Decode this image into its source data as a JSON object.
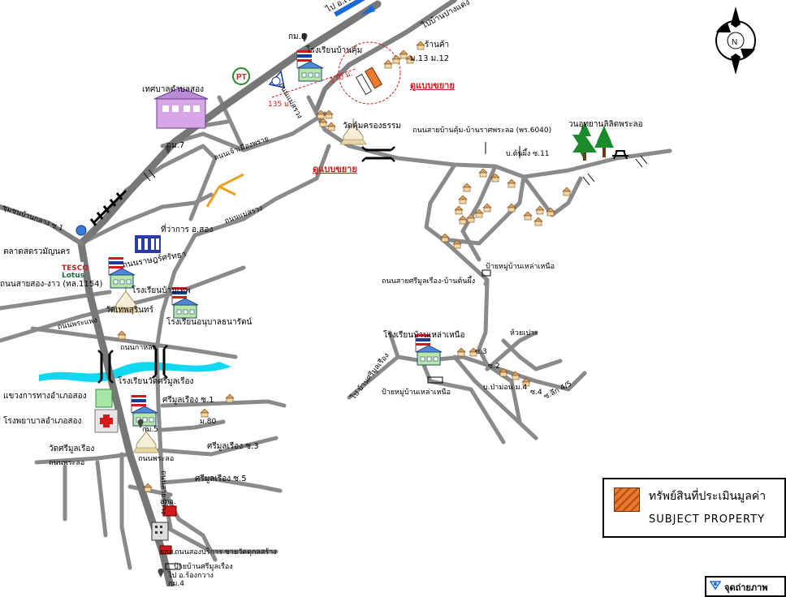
{
  "map": {
    "labels": {
      "to_chiang_muan": "ไป อ.เชียงม่วน",
      "to_ban_pang": "ไปบ้านปางแดง",
      "ban_khum_school": "โรงเรียนบ้านคุ้ม",
      "km8": "กม.8",
      "shop": "ร้านค้า",
      "moo": "ม.13 ม.12",
      "dist_170": "170 ม.",
      "dist_135": "135 ม.",
      "tessaban": "เทศบาลตำบลสอง",
      "road_mae_song": "ถนนแม่สรวง",
      "road_kanchanaphisek": "ถนนเจ้าเมืองพราย",
      "road_mae_song2": "ถนนแม่สรวง",
      "km7": "กม.7",
      "zoom_top": "ดูแบบขยาย",
      "zoom_mid": "ดูแบบขยาย",
      "wat_khum": "วัดคุ้มครองธรรม",
      "road_ban_khum": "ถนนสายบ้านคุ้ม-บ้านราศพระลอ (พร.6040)",
      "forest_park": "วนอุทยานลิลิตพระลอ",
      "soi11": "บ.ต้นผึ้ง ซ.11",
      "jirmai_soi1": "ชุมชนบ้านกลาง ซ.1",
      "market": "ตลาดสดรวมัญนคร",
      "lotus1": "TESCO",
      "lotus2": "Lotus",
      "road_song_ngao": "ถนนสายสอง-งาว (ทล.1154)",
      "district_office": "ที่ว่าการ อ.สอง",
      "school_raj": "ถนนราษฎร์ศรัทธา",
      "school_thep": "โรงเรียนบ้านเทพ",
      "wat_thep": "วัดเทพสุรินทร์",
      "school_anuban": "โรงเรียนอนุบาลธนารัตน์",
      "road_phra_phaeng": "ถนนพระแพง",
      "road_kalong": "ถนนกาหลง",
      "road_sri_mool": "ถนนสายศรีมูลเรือง-บ้านต้นผึ้ง",
      "ban_lao_stop_n": "ป้ายหมู่บ้านเหล่าเหนือ",
      "school_lao": "โรงเรียนบ้านเหล่าเหนือ",
      "to_sri_rueang": "ไป บ้านศรีมูลเรือง",
      "ban_lao_stop_s": "ป้ายหมู่บ้านเหล่าเหนือ",
      "huai_pao": "ห้วยเปาะ",
      "soi3": "ซ.3",
      "soi2": "ซ.2",
      "soi_m4": "บ.ป่าม่อน ม.4",
      "soi4": "ซ.4",
      "soi45": "ซ.ลึก 4/5",
      "school_sri_mool": "โรงเรียนวัดศรีมูลเรือง",
      "health_center": "แขวงการทางอำเภอสอง",
      "hospital": "โรงพยาบาลอำเภอสอง",
      "sri_mool_s1": "ศรีมูลเรือง ซ.1",
      "m80": "ม.80",
      "km5": "กม.5",
      "wat_sri_mool": "วัดศรีมูลเรือง",
      "road_phra_lo": "ถนนพระลอ",
      "road_phra_lo2": "ถนนพระลอ",
      "sri_mool_s3": "ศรีมูลเรือง ซ.3",
      "road_vertical": "ถนนสายกลาง",
      "sri_mool_s5": "ศรีมูลเรือง ซ.5",
      "police": "สภอ.",
      "bank": "ธกส.",
      "gas_service": "ถนนสองบริการ ชายวัดดุกลสร้าง",
      "sign_sri_mool": "ป้ายบ้านศรีมูลเรือง",
      "to_rong_kwang": "ไป อ.ร้องกวาง",
      "km4": "กม.4"
    }
  },
  "compass": {
    "label": "N"
  },
  "legend": {
    "thai": "ทรัพย์สินที่ประเมินมูลค่า",
    "english": "SUBJECT  PROPERTY",
    "color": "#e67a2e"
  },
  "photo_point": {
    "label": "จุดถ่ายภาพ"
  },
  "colors": {
    "road": "#8a8a8a",
    "highway": "#777777",
    "river": "#10d8f0",
    "zoom": "#d21a1a",
    "shop_orange": "#e8a050"
  }
}
